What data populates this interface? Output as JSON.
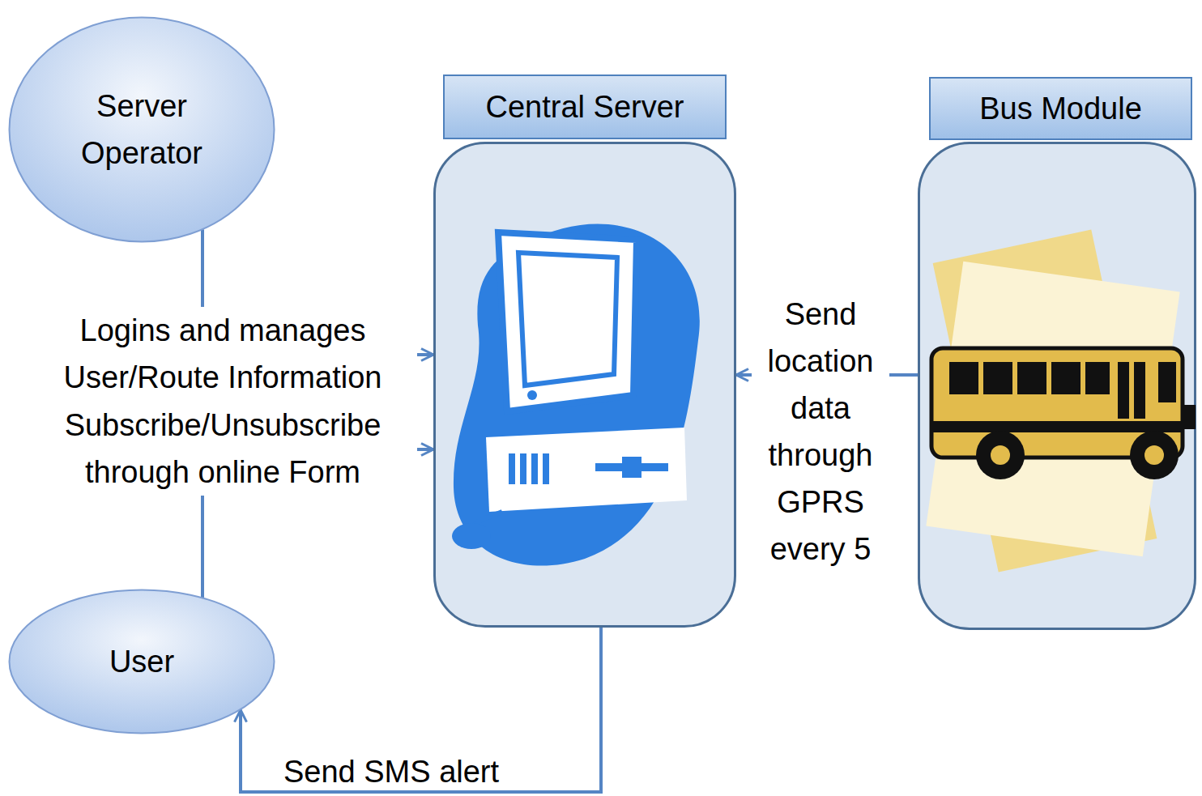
{
  "diagram": {
    "nodes": [
      {
        "text": [
          "Server Operator"
        ]
      },
      {
        "text": [
          "Central Server"
        ]
      },
      {
        "text": [
          "Bus Module"
        ]
      },
      {
        "text": [
          "User"
        ]
      }
    ],
    "edges": [
      {
        "from": 0,
        "to": 1,
        "arrow": "to",
        "label": "Logins and manages User/Route Information"
      },
      {
        "from": 3,
        "to": 1,
        "arrow": "to",
        "label": "Subscribe/Unsubscribe through online Form"
      },
      {
        "from": 2,
        "to": 1,
        "arrow": "to",
        "label": "Send location data through GPRS every 5"
      },
      {
        "from": 1,
        "to": 3,
        "arrow": "to",
        "label": "Send SMS alert"
      }
    ]
  }
}
